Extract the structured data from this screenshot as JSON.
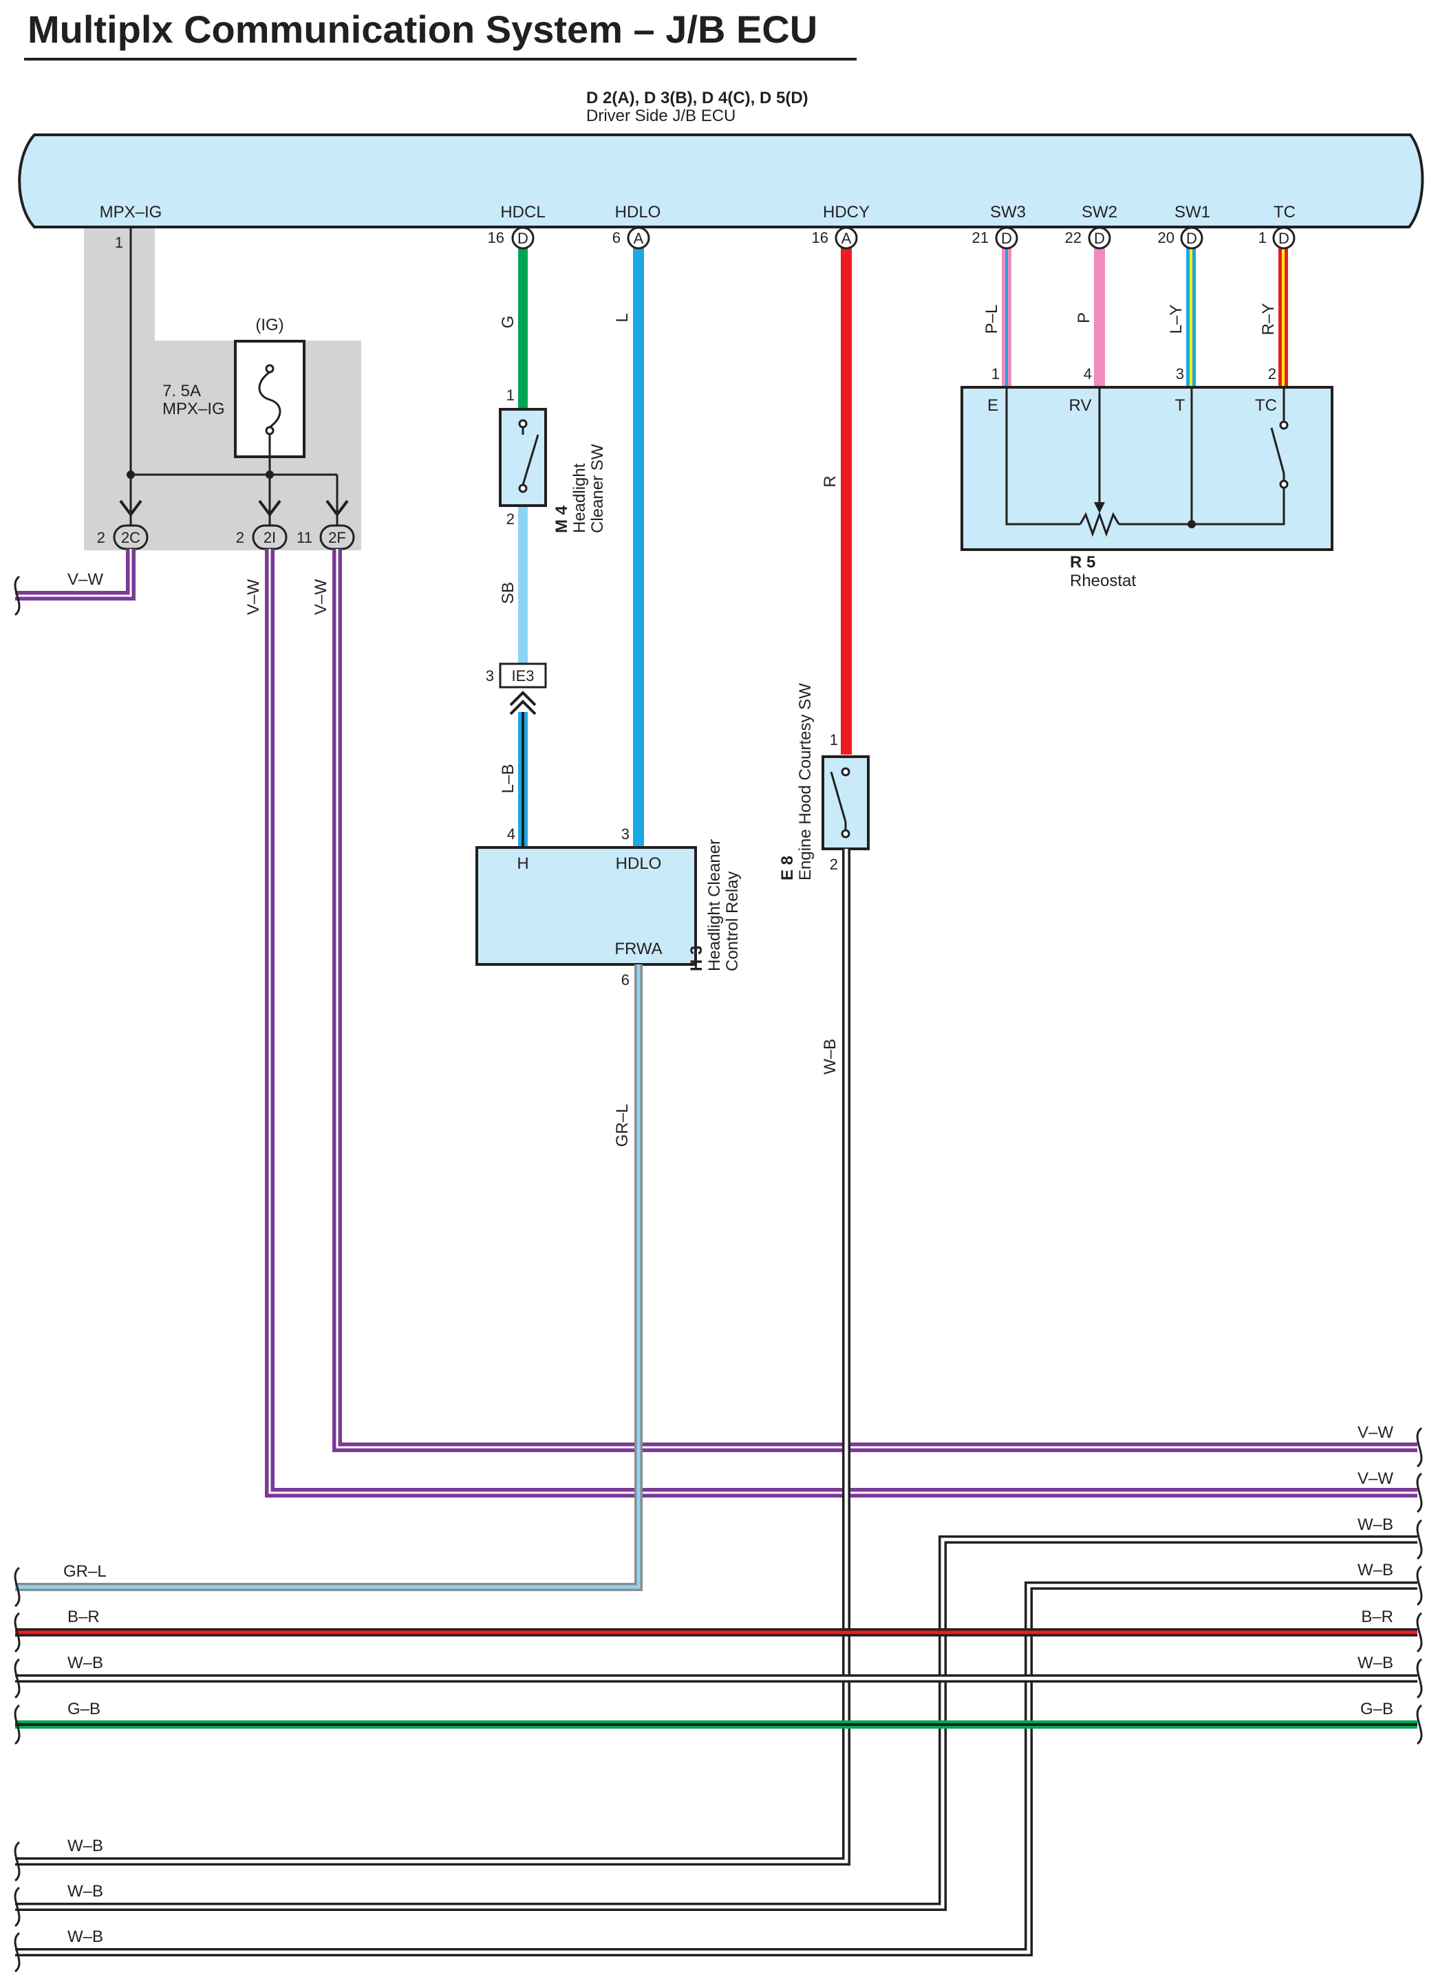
{
  "title": "Multiplx Communication System – J/B ECU",
  "ecu": {
    "connectors": "D 2(A), D 3(B), D 4(C), D 5(D)",
    "name": "Driver Side J/B ECU",
    "pins": [
      {
        "label": "MPX–IG",
        "num": "1",
        "conn": ""
      },
      {
        "label": "HDCL",
        "num": "16",
        "conn": "D"
      },
      {
        "label": "HDLO",
        "num": "6",
        "conn": "A"
      },
      {
        "label": "HDCY",
        "num": "16",
        "conn": "A"
      },
      {
        "label": "SW3",
        "num": "21",
        "conn": "D"
      },
      {
        "label": "SW2",
        "num": "22",
        "conn": "D"
      },
      {
        "label": "SW1",
        "num": "20",
        "conn": "D"
      },
      {
        "label": "TC",
        "num": "1",
        "conn": "D"
      }
    ]
  },
  "fuse": {
    "circuit": "(IG)",
    "rating": "7. 5A",
    "name": "MPX–IG",
    "outputs": [
      {
        "num": "2",
        "conn": "2C"
      },
      {
        "num": "2",
        "conn": "2I"
      },
      {
        "num": "11",
        "conn": "2F"
      }
    ]
  },
  "headlight_cleaner_sw": {
    "code": "M 4",
    "name_line1": "Headlight",
    "name_line2": "Cleaner SW",
    "pin_in": "1",
    "pin_out": "2"
  },
  "ie3": {
    "num": "3",
    "label": "IE3"
  },
  "relay": {
    "code": "H 3",
    "name_line1": "Headlight Cleaner",
    "name_line2": "Control Relay",
    "pin_h_num": "4",
    "pin_h": "H",
    "pin_hdlo_num": "3",
    "pin_hdlo": "HDLO",
    "pin_frwa": "FRWA",
    "pin_frwa_num": "6"
  },
  "hood_sw": {
    "code": "E 8",
    "name": "Engine Hood Courtesy SW",
    "pin_in": "1",
    "pin_out": "2"
  },
  "rheostat": {
    "code": "R 5",
    "name": "Rheostat",
    "pins": [
      {
        "num": "1",
        "label": "E"
      },
      {
        "num": "4",
        "label": "RV"
      },
      {
        "num": "3",
        "label": "T"
      },
      {
        "num": "2",
        "label": "TC"
      }
    ]
  },
  "wires": {
    "hdcl_top": "G",
    "hdcl_mid": "SB",
    "hdcl_bot": "L–B",
    "hdlo": "L",
    "hdcy_top": "R",
    "hdcy_bot": "W–B",
    "sw3": "P–L",
    "sw2": "P",
    "sw1": "L–Y",
    "tc": "R–Y",
    "v1": "V–W",
    "v2": "V–W",
    "v3": "V–W",
    "frwa": "GR–L"
  },
  "right_labels": [
    "V–W",
    "V–W",
    "W–B",
    "W–B",
    "B–R",
    "W–B",
    "G–B"
  ],
  "left_labels": [
    "GR–L",
    "B–R",
    "W–B",
    "G–B",
    "W–B",
    "W–B",
    "W–B"
  ],
  "colors": {
    "ecu_fill": "#c9eaf8",
    "green": "#00a651",
    "light_blue": "#8fd3f4",
    "blue": "#1ca7e5",
    "red": "#ed1c24",
    "pink": "#f08bbf",
    "yellow": "#fff200",
    "purple": "#7b3a96",
    "gray": "#d1d3d4"
  }
}
